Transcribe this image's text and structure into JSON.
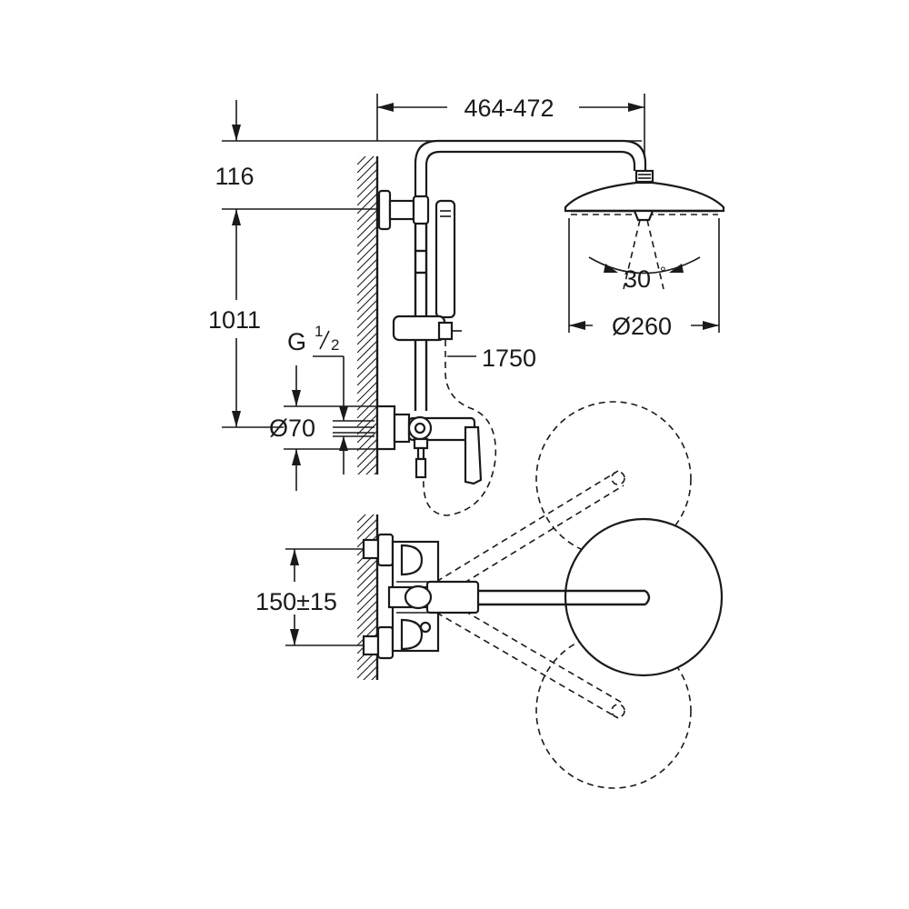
{
  "dimensions": {
    "width_range": "464-472",
    "arm_height": "116",
    "riser_height": "1011",
    "thread_prefix": "G",
    "thread_num": "1",
    "thread_den": "2",
    "escutcheon_diameter": "Ø70",
    "hose_length": "1750",
    "spray_angle": "30",
    "spray_angle_unit": "°",
    "head_diameter": "Ø260",
    "inlet_spacing": "150±15"
  },
  "colors": {
    "line": "#1a1a1a",
    "background": "#ffffff"
  }
}
